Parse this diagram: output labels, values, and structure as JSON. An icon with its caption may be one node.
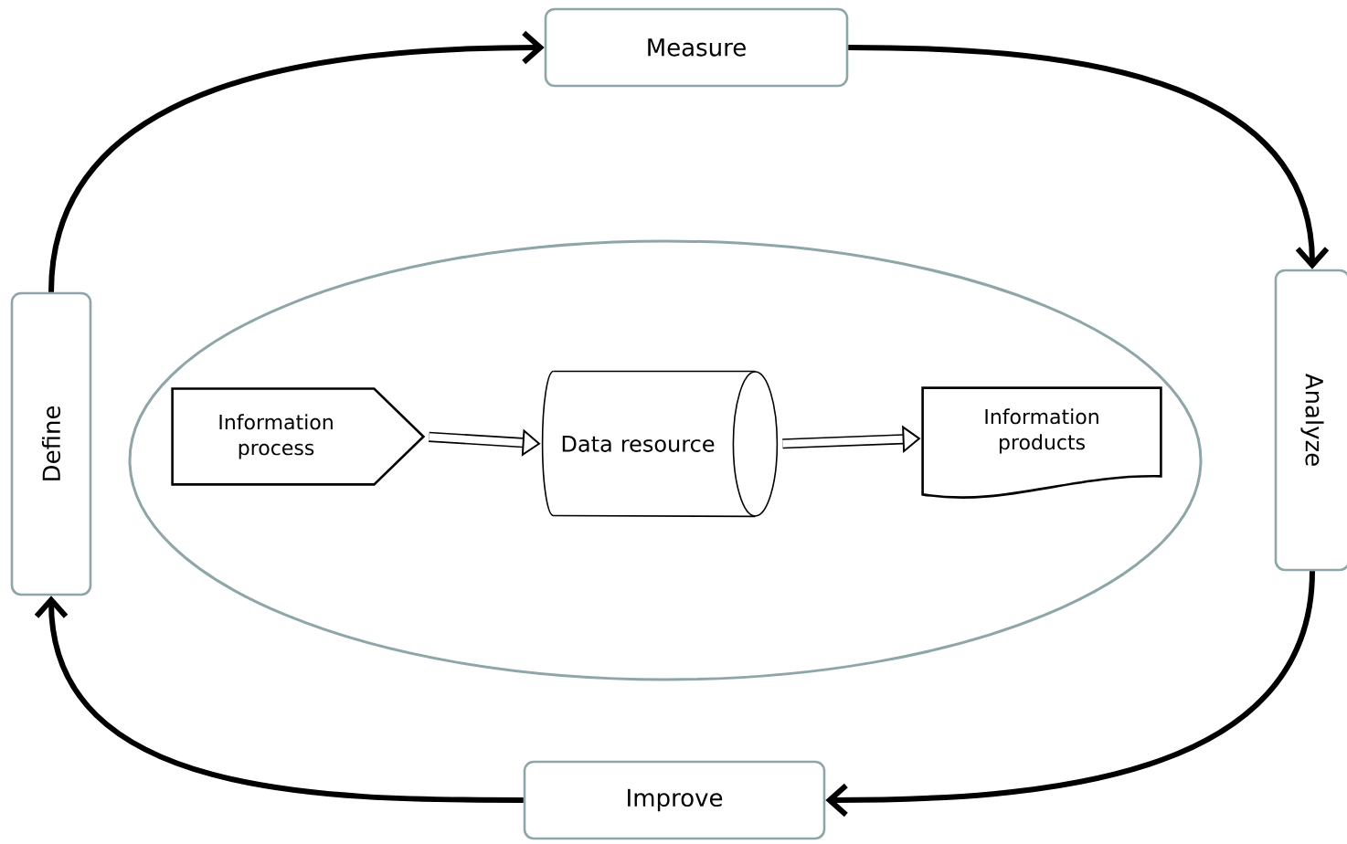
{
  "diagram": {
    "nodes": [
      {
        "text": [
          "Measure"
        ]
      },
      {
        "text": [
          "Define"
        ]
      },
      {
        "text": [],
        "shape": "ellipse"
      },
      {
        "text": [
          "Information process"
        ],
        "in": 2
      },
      {
        "text": [
          "Data resource"
        ],
        "in": 2
      },
      {
        "text": [
          "Information products"
        ],
        "in": 2
      },
      {
        "text": [
          "Analyze"
        ]
      },
      {
        "text": [
          "Improve"
        ]
      }
    ],
    "edges": [
      {
        "from": 1,
        "to": 0,
        "arrow": "to"
      },
      {
        "from": 0,
        "to": 6,
        "arrow": "to"
      },
      {
        "from": 6,
        "to": 7,
        "arrow": "to"
      },
      {
        "from": 7,
        "to": 1,
        "arrow": "to"
      },
      {
        "from": 3,
        "to": 4,
        "arrow": "to",
        "style": "thick"
      },
      {
        "from": 4,
        "to": 5,
        "arrow": "to",
        "style": "thick"
      }
    ]
  }
}
